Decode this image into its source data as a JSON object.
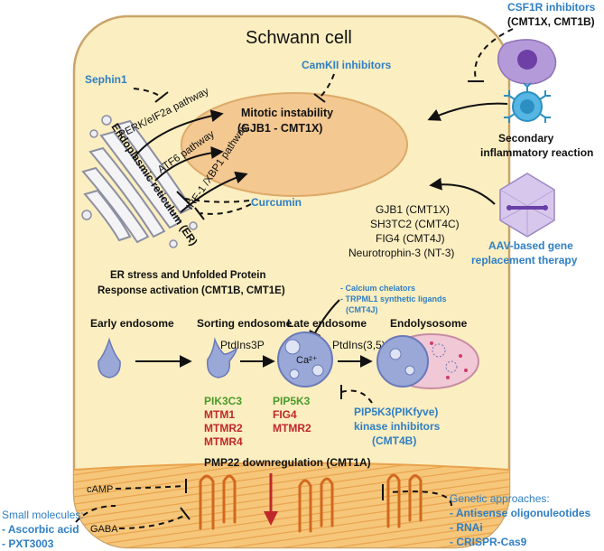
{
  "cell": {
    "title": "Schwann cell"
  },
  "nucleus": {
    "title": "Mitotic instability",
    "subtitle": "(GJB1 - CMT1X)"
  },
  "er": {
    "label": "Endoplasmic reticulum (ER)",
    "pathways": [
      "PERK/eIF2a pathway",
      "ATF6 pathway",
      "IRE-1 /XBP1 pathway"
    ],
    "stress_line1": "ER stress and Unfolded Protein",
    "stress_line2": "Response activation (CMT1B, CMT1E)"
  },
  "inhibitors": {
    "sephin1": "Sephin1",
    "camkii": "CamKII inhibitors",
    "curcumin": "Curcumin",
    "csf1r_line1": "CSF1R inhibitors",
    "csf1r_line2": "(CMT1X, CMT1B)",
    "calcium_line1": "- Calcium chelators",
    "calcium_line2": "- TRPML1 synthetic ligands",
    "calcium_line3": "(CMT4J)",
    "pip5k3_line1": "PIP5K3(PIKfyve)",
    "pip5k3_line2": "kinase inhibitors",
    "pip5k3_line3": "(CMT4B)"
  },
  "inflammation": {
    "line1": "Secondary",
    "line2": "inflammatory reaction"
  },
  "gene_therapy": {
    "genes": [
      "GJB1 (CMT1X)",
      "SH3TC2 (CMT4C)",
      "FIG4 (CMT4J)",
      "Neurotrophin-3 (NT-3)"
    ],
    "aav_line1": "AAV-based gene",
    "aav_line2": "replacement therapy"
  },
  "endosomes": {
    "stages": [
      "Early endosome",
      "Sorting endosome",
      "Late endosome",
      "Endolysosome"
    ],
    "lipids": [
      "PtdIns3P",
      "PtdIns(3,5)2P"
    ],
    "calcium": "Ca²⁺",
    "sorting_genes": [
      {
        "name": "PIK3C3",
        "color": "#4a9a2a"
      },
      {
        "name": "MTM1",
        "color": "#c0282a"
      },
      {
        "name": "MTMR2",
        "color": "#c0282a"
      },
      {
        "name": "MTMR4",
        "color": "#c0282a"
      }
    ],
    "late_genes": [
      {
        "name": "PIP5K3",
        "color": "#4a9a2a"
      },
      {
        "name": "FIG4",
        "color": "#c0282a"
      },
      {
        "name": "MTMR2",
        "color": "#c0282a"
      }
    ]
  },
  "pmp22": {
    "title": "PMP22 downregulation (CMT1A)",
    "camp": "cAMP",
    "gaba": "GABA"
  },
  "small_molecules": {
    "heading": "Small molecules:",
    "items": [
      "- Ascorbic acid",
      "- PXT3003"
    ]
  },
  "genetic": {
    "heading": "Genetic approaches:",
    "items": [
      "- Antisense oligonuleotides",
      "- RNAi",
      "- CRISPR-Cas9"
    ]
  },
  "colors": {
    "cell_fill": "#fbeec0",
    "cell_border": "#c9a46a",
    "nucleus": "#f3c891",
    "accent_blue": "#2f7fc4",
    "green": "#4a9a2a",
    "red": "#c0282a",
    "myelin": "#f3b967"
  }
}
